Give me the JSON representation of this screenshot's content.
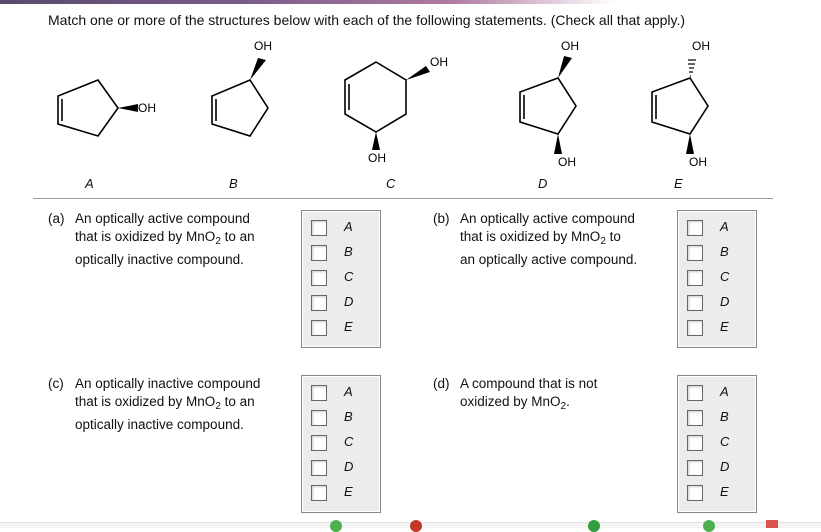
{
  "prompt": "Match one or more of the structures below with each of the following statements. (Check all that apply.)",
  "structures": {
    "labels": [
      "A",
      "B",
      "C",
      "D",
      "E"
    ],
    "oh": "OH"
  },
  "questions": [
    {
      "num": "(a)",
      "lines": [
        "An optically active compound",
        "that is oxidized by MnO",
        " to an",
        "optically inactive compound."
      ]
    },
    {
      "num": "(b)",
      "lines": [
        "An optically active compound",
        "that is oxidized by MnO",
        " to",
        "an optically active compound."
      ]
    },
    {
      "num": "(c)",
      "lines": [
        "An optically inactive compound",
        "that is oxidized by MnO",
        " to an",
        "optically inactive compound."
      ]
    },
    {
      "num": "(d)",
      "lines": [
        "A compound that is not",
        "oxidized by MnO",
        "."
      ]
    }
  ],
  "subscript": "2",
  "options": [
    "A",
    "B",
    "C",
    "D",
    "E"
  ]
}
